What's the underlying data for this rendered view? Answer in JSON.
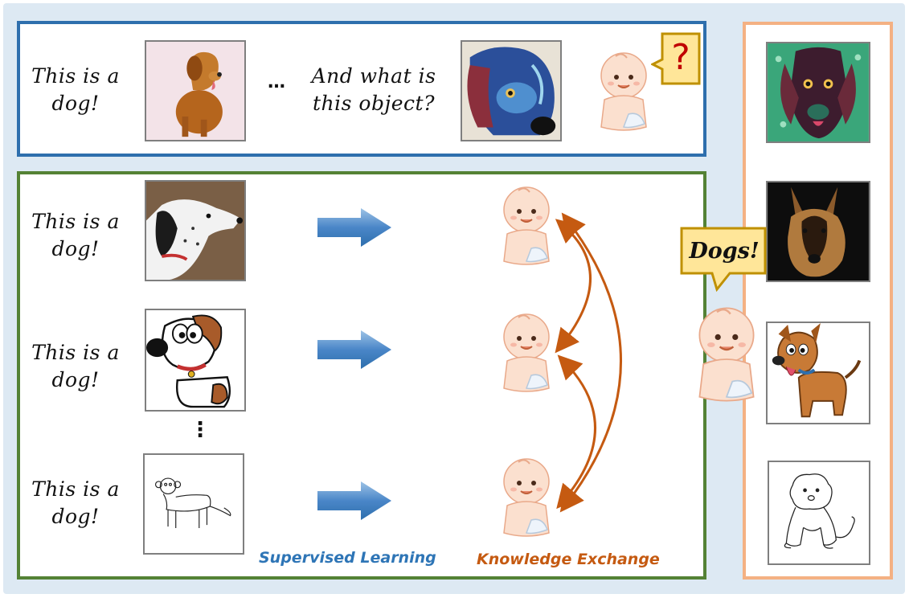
{
  "top_panel": {
    "caption_line1": "This is a",
    "caption_line2": "dog!",
    "ellipsis": "…",
    "question_line1": "And what is",
    "question_line2": "this object?",
    "question_mark": "?"
  },
  "supervised_rows": [
    {
      "caption_line1": "This is a",
      "caption_line2": "dog!"
    },
    {
      "caption_line1": "This is a",
      "caption_line2": "dog!"
    },
    {
      "caption_line1": "This is a",
      "caption_line2": "dog!"
    }
  ],
  "vertical_dots": "⋮",
  "legend": {
    "supervised": "Supervised Learning",
    "knowledge": "Knowledge Exchange"
  },
  "answer_bubble": "Dogs!",
  "colors": {
    "top_border": "#2e6fad",
    "mid_border": "#548235",
    "right_border": "#f4b183",
    "arrow_blue": "#4a86c8",
    "exchange_orange": "#c55a11",
    "bubble_fill": "#ffe699"
  },
  "icons": [
    "dog-photo",
    "dog-painting",
    "baby-icon",
    "question-bubble",
    "blue-arrow",
    "dog-cartoon",
    "dog-sketch",
    "curved-arrow"
  ]
}
